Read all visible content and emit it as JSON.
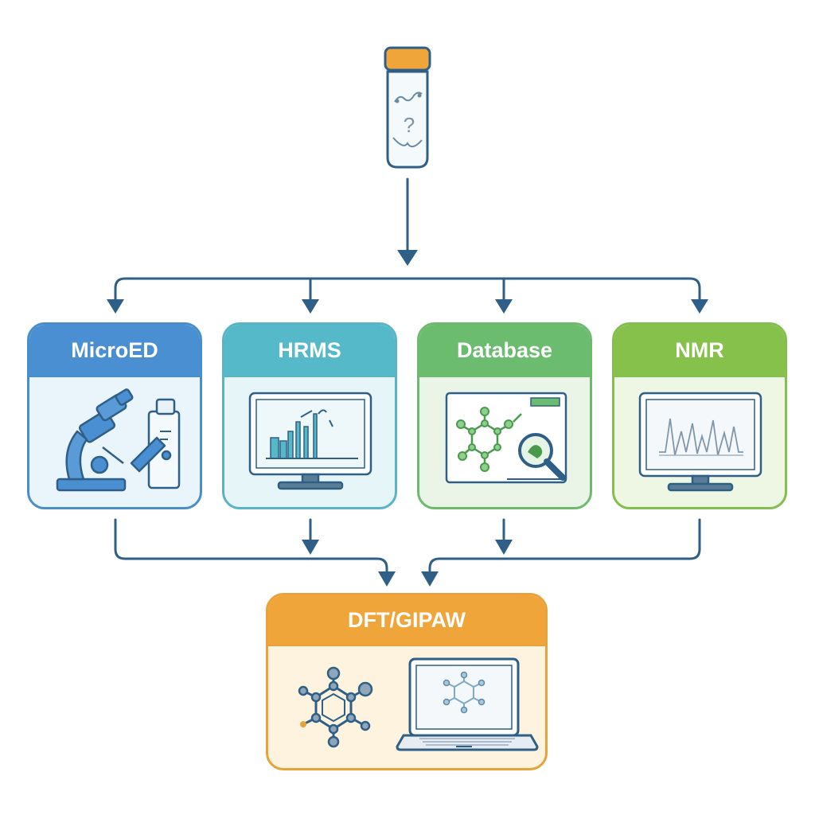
{
  "colors": {
    "connector": "#2f5f86",
    "microed": "#4a8fd1",
    "hrms": "#56b9c9",
    "database": "#6cbc70",
    "nmr": "#86c24b",
    "dft": "#f0a53a",
    "vial_cap": "#f0a53a"
  },
  "source": {
    "icon": "sample-vial-question-icon",
    "symbol": "?"
  },
  "methods": [
    {
      "id": "microed",
      "label": "MicroED",
      "icon": "microscope-icon"
    },
    {
      "id": "hrms",
      "label": "HRMS",
      "icon": "mass-spectrum-monitor-icon"
    },
    {
      "id": "database",
      "label": "Database",
      "icon": "molecule-search-icon"
    },
    {
      "id": "nmr",
      "label": "NMR",
      "icon": "nmr-spectrum-monitor-icon"
    }
  ],
  "result": {
    "id": "dft",
    "label": "DFT/GIPAW",
    "icons": [
      "molecule-model-icon",
      "laptop-molecule-icon"
    ]
  }
}
